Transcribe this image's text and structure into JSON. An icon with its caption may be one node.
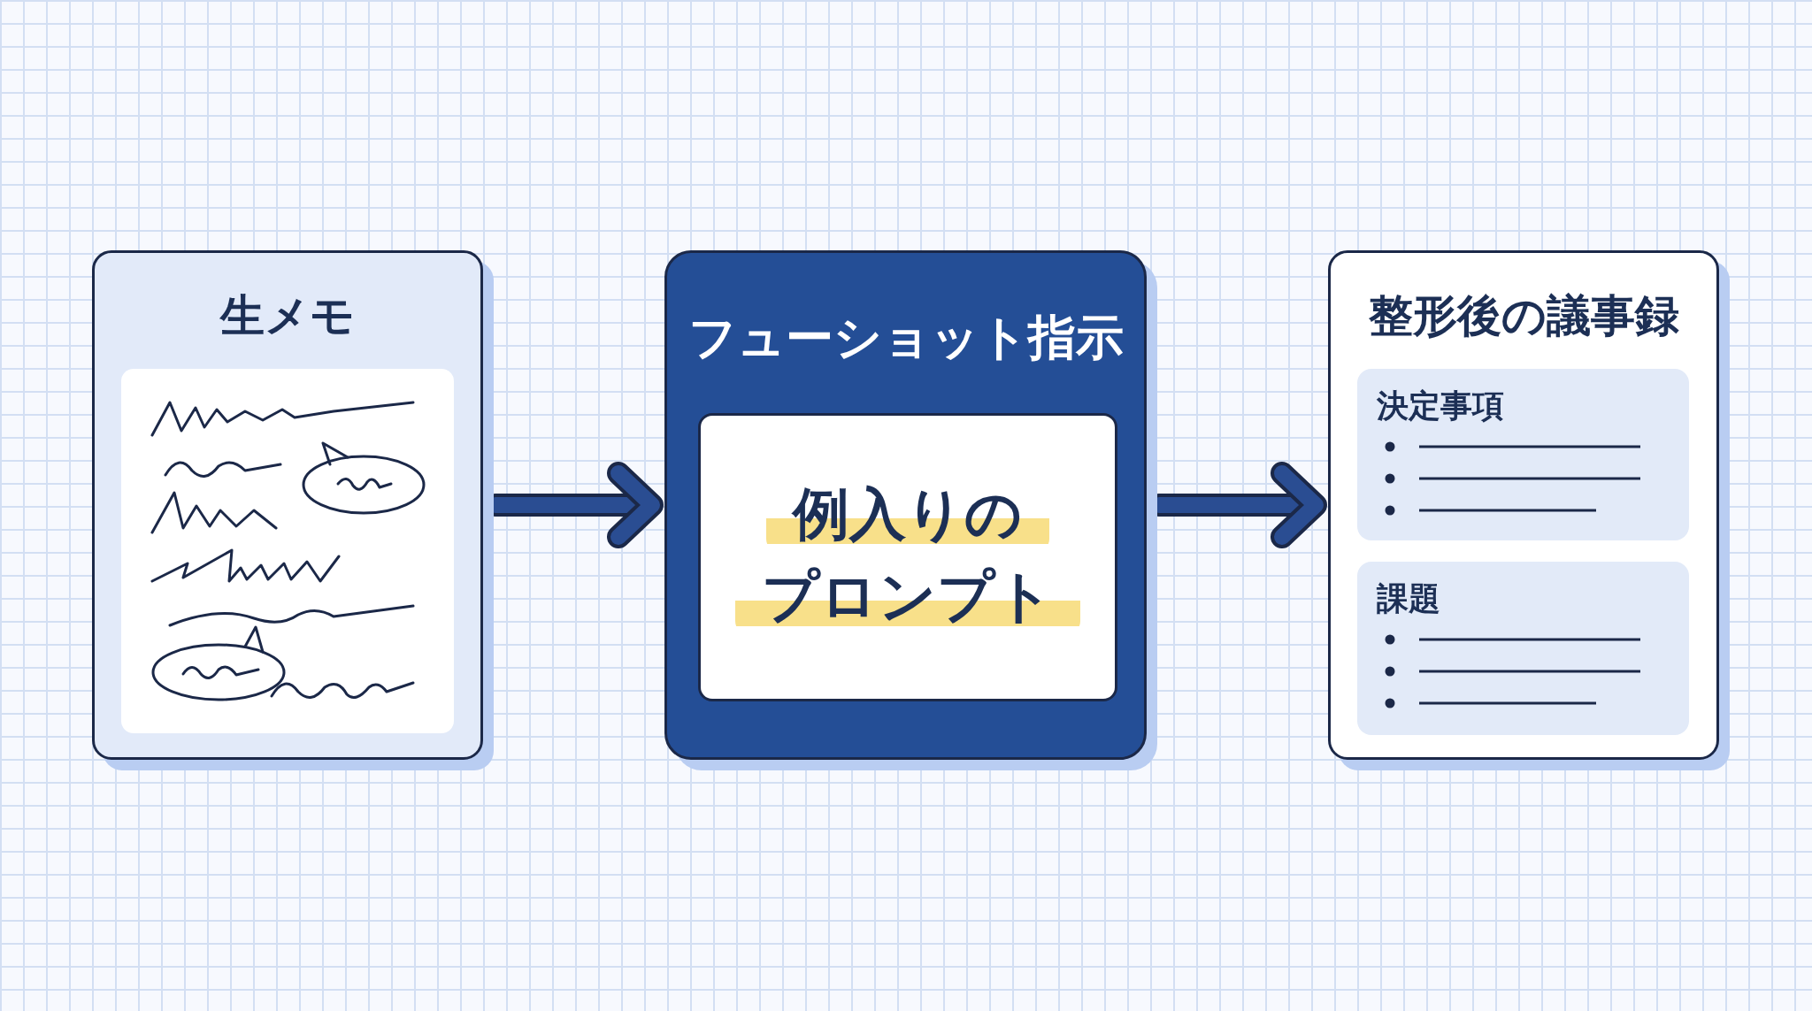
{
  "diagram": {
    "nodes": [
      {
        "text": [
          "生メモ"
        ]
      },
      {
        "text": [
          "フューショット指示"
        ]
      },
      {
        "text": [
          "例入りの",
          "プロンプト"
        ],
        "in": 1
      },
      {
        "text": [
          "整形後の議事録"
        ]
      },
      {
        "text": [
          "決定事項"
        ],
        "in": 3
      },
      {
        "text": [
          "課題"
        ],
        "in": 3
      }
    ],
    "edges": [
      {
        "from": 0,
        "to": 1,
        "arrow": "to"
      },
      {
        "from": 1,
        "to": 3,
        "arrow": "to"
      }
    ]
  }
}
